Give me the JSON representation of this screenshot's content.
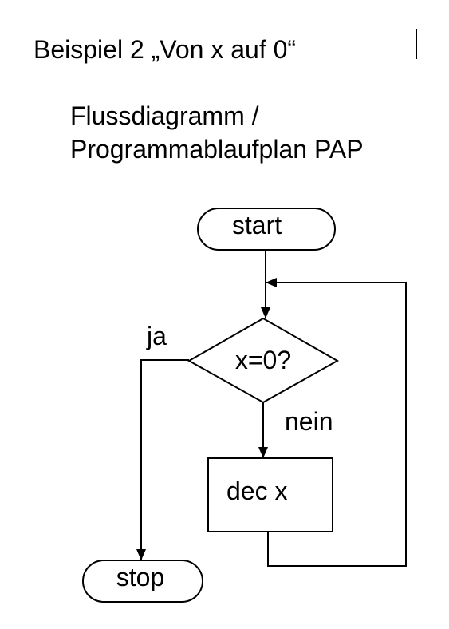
{
  "header": {
    "title": "Beispiel 2 „Von x auf 0“"
  },
  "subtitle": {
    "line1": "Flussdiagramm /",
    "line2": "Programmablaufplan PAP"
  },
  "flowchart": {
    "start_label": "start",
    "decision_label": "x=0?",
    "yes_label": "ja",
    "no_label": "nein",
    "process_label": "dec x",
    "stop_label": "stop"
  }
}
